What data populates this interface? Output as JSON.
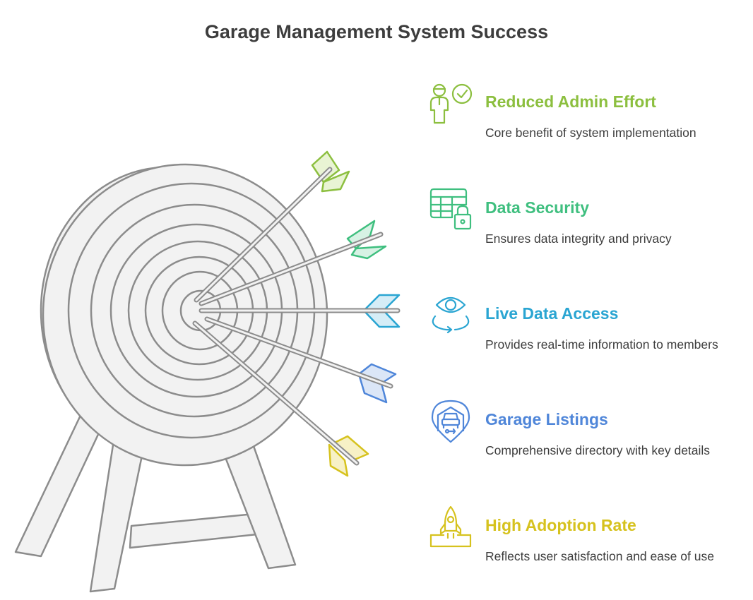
{
  "title": "Garage Management System Success",
  "colors": {
    "outline": "#8c8c8c",
    "ring_fill": "#f2f2f2",
    "green_lime": "#8cbf3f",
    "green": "#3fbf7f",
    "cyan": "#2aa5d2",
    "blue": "#4f86d9",
    "yellow": "#d6c21e"
  },
  "items": [
    {
      "heading": "Reduced Admin Effort",
      "description": "Core benefit of system implementation",
      "icon": "person-check-icon",
      "color": "#8cbf3f"
    },
    {
      "heading": "Data Security",
      "description": "Ensures data integrity and privacy",
      "icon": "table-lock-icon",
      "color": "#3fbf7f"
    },
    {
      "heading": "Live Data Access",
      "description": "Provides real-time information to members",
      "icon": "eye-sync-icon",
      "color": "#2aa5d2"
    },
    {
      "heading": "Garage Listings",
      "description": "Comprehensive directory with key details",
      "icon": "car-location-pin-icon",
      "color": "#4f86d9"
    },
    {
      "heading": "High Adoption Rate",
      "description": "Reflects user satisfaction and ease of use",
      "icon": "rocket-launch-icon",
      "color": "#d6c21e"
    }
  ]
}
